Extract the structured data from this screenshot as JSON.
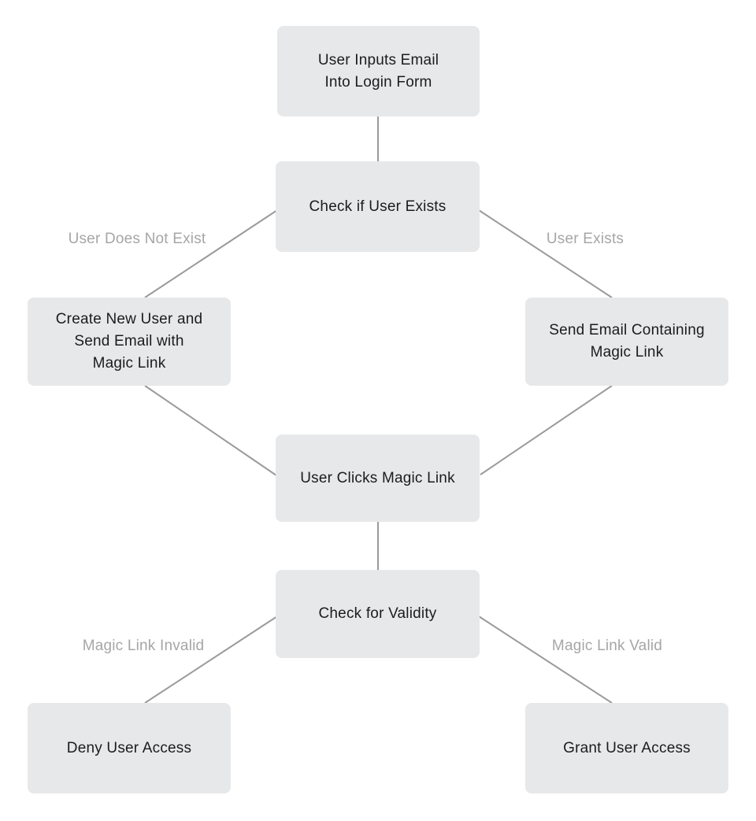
{
  "diagram": {
    "type": "flowchart",
    "nodes": [
      {
        "id": "user-inputs-email",
        "label": "User Inputs Email\nInto Login Form"
      },
      {
        "id": "check-user-exists",
        "label": "Check if User Exists"
      },
      {
        "id": "create-new-user",
        "label": "Create New User and\nSend Email with\nMagic Link"
      },
      {
        "id": "send-email-magic-link",
        "label": "Send Email Containing\nMagic Link"
      },
      {
        "id": "user-clicks-magic-link",
        "label": "User Clicks Magic Link"
      },
      {
        "id": "check-for-validity",
        "label": "Check for Validity"
      },
      {
        "id": "deny-user-access",
        "label": "Deny User Access"
      },
      {
        "id": "grant-user-access",
        "label": "Grant User Access"
      }
    ],
    "edges": [
      {
        "from": "user-inputs-email",
        "to": "check-user-exists",
        "label": ""
      },
      {
        "from": "check-user-exists",
        "to": "create-new-user",
        "label": "User Does Not Exist"
      },
      {
        "from": "check-user-exists",
        "to": "send-email-magic-link",
        "label": "User Exists"
      },
      {
        "from": "create-new-user",
        "to": "user-clicks-magic-link",
        "label": ""
      },
      {
        "from": "send-email-magic-link",
        "to": "user-clicks-magic-link",
        "label": ""
      },
      {
        "from": "user-clicks-magic-link",
        "to": "check-for-validity",
        "label": ""
      },
      {
        "from": "check-for-validity",
        "to": "deny-user-access",
        "label": "Magic Link Invalid"
      },
      {
        "from": "check-for-validity",
        "to": "grant-user-access",
        "label": "Magic Link Valid"
      }
    ],
    "colors": {
      "background": "#ffffff",
      "node_fill": "#e7e8e9",
      "node_text": "#1c1c1e",
      "edge_line": "#9a9a9a",
      "edge_label_text": "#a6a6a6"
    }
  }
}
